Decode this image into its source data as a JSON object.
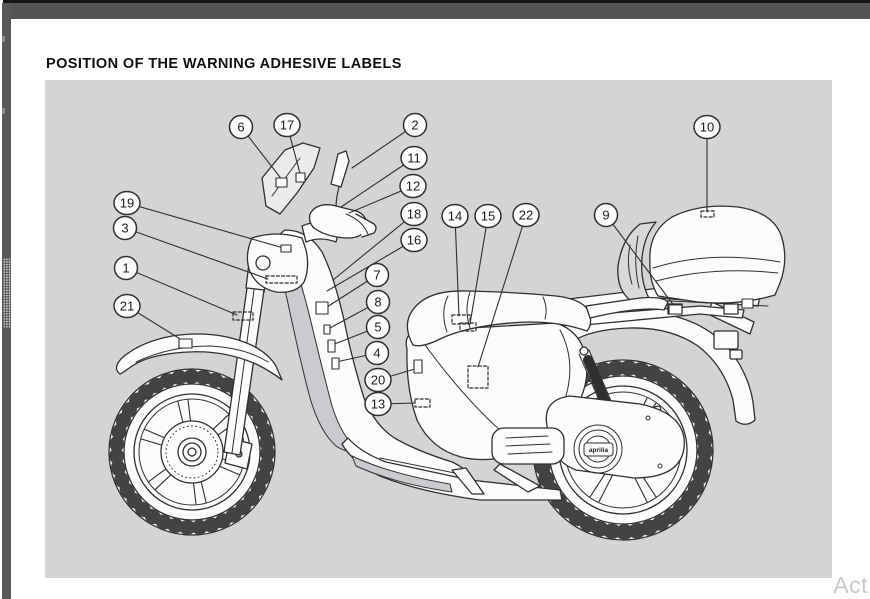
{
  "window": {
    "watermark": "Act"
  },
  "page": {
    "title": "POSITION OF THE WARNING ADHESIVE LABELS"
  },
  "figure": {
    "type": "technical-illustration",
    "subject": "Scooter side view showing positions of the warning adhesive labels",
    "brand_badge": "aprilia",
    "callouts": [
      {
        "num": "1"
      },
      {
        "num": "2"
      },
      {
        "num": "3"
      },
      {
        "num": "4"
      },
      {
        "num": "5"
      },
      {
        "num": "6"
      },
      {
        "num": "7"
      },
      {
        "num": "8"
      },
      {
        "num": "9"
      },
      {
        "num": "10"
      },
      {
        "num": "11"
      },
      {
        "num": "12"
      },
      {
        "num": "13"
      },
      {
        "num": "14"
      },
      {
        "num": "15"
      },
      {
        "num": "16"
      },
      {
        "num": "17"
      },
      {
        "num": "18"
      },
      {
        "num": "19"
      },
      {
        "num": "20"
      },
      {
        "num": "21"
      },
      {
        "num": "22"
      }
    ]
  }
}
